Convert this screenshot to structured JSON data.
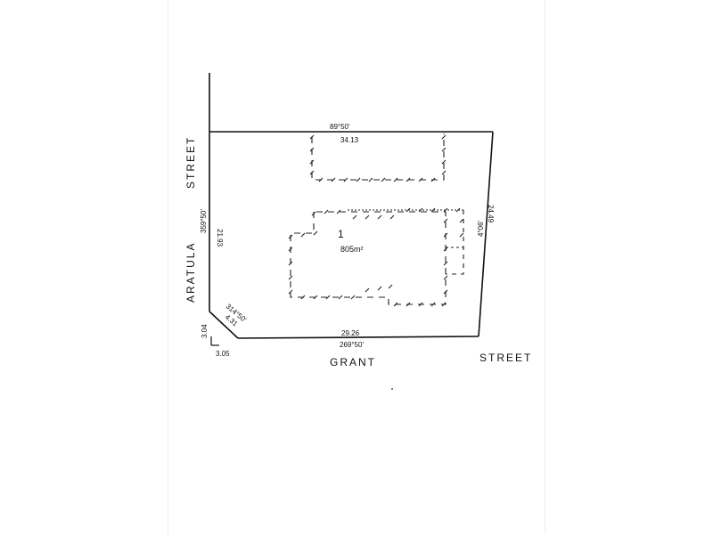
{
  "streets": {
    "aratula_street_upper": "STREET",
    "aratula": "ARATULA",
    "grant": "GRANT",
    "grant_street": "STREET"
  },
  "boundary": {
    "north_bearing": "89°50'",
    "north_length": "34.13",
    "west_bearing": "359°50'",
    "west_length": "21.93",
    "east_bearing": "4°06'",
    "east_length": "24.49",
    "south_length": "29.26",
    "south_bearing": "269°50'",
    "corner_bearing": "314°50'",
    "corner_length": "4.31",
    "corner_left": "3.04",
    "corner_bottom": "3.05"
  },
  "lot": {
    "number": "1",
    "area": "805m²"
  }
}
